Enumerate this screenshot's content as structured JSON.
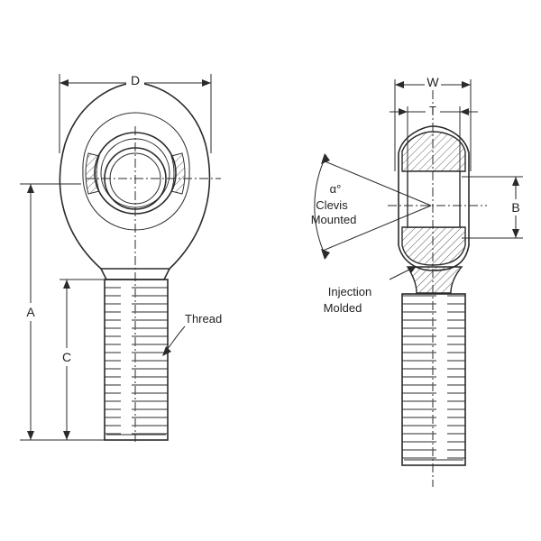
{
  "labels": {
    "dim_d": "D",
    "dim_w": "W",
    "dim_t": "T",
    "dim_b": "B",
    "dim_a": "A",
    "dim_c": "C",
    "thread": "Thread",
    "angle": "α°",
    "clevis_line1": "Clevis",
    "clevis_line2": "Mounted",
    "injection_line1": "Injection",
    "injection_line2": "Molded"
  }
}
